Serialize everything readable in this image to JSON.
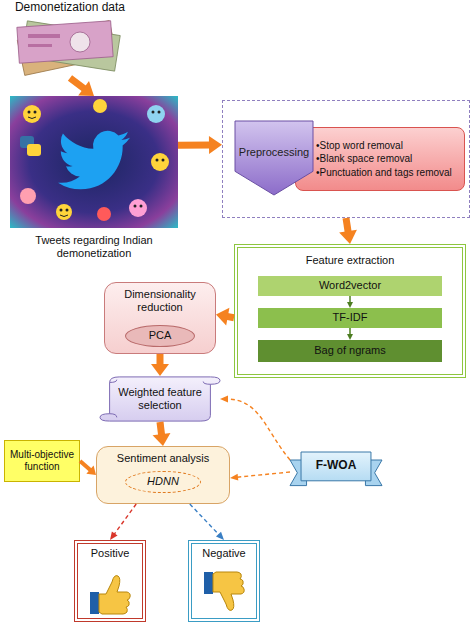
{
  "diagram": {
    "nodes": [
      {
        "text": [
          "Demonetization data"
        ]
      },
      {
        "text": [
          "Tweets regarding Indian demonetization"
        ]
      },
      {
        "text": []
      },
      {
        "text": [
          "Preprocessing"
        ],
        "in": 2
      },
      {
        "text": [
          "•Stop word removal",
          "•Blank space removal",
          "•Punctuation and tags removal"
        ],
        "in": 2
      },
      {
        "text": [
          "Feature extraction"
        ]
      },
      {
        "text": [
          "Word2vector"
        ],
        "in": 5
      },
      {
        "text": [
          "TF-IDF"
        ],
        "in": 5
      },
      {
        "text": [
          "Bag of ngrams"
        ],
        "in": 5
      },
      {
        "text": [
          "Dimensionality reduction"
        ]
      },
      {
        "text": [
          "PCA"
        ],
        "in": 9
      },
      {
        "text": [
          "Weighted feature selection"
        ]
      },
      {
        "text": [
          "F-WOA"
        ]
      },
      {
        "text": [
          "Multi-objective function"
        ]
      },
      {
        "text": [
          "Sentiment analysis"
        ]
      },
      {
        "text": [
          "HDNN"
        ],
        "in": 14
      },
      {
        "text": [
          "Positive"
        ]
      },
      {
        "text": [
          "Negative"
        ]
      }
    ],
    "edges": [
      {
        "from": 0,
        "to": 1,
        "arrow": "to"
      },
      {
        "from": 1,
        "to": 2,
        "arrow": "to"
      },
      {
        "from": 2,
        "to": 5,
        "arrow": "to"
      },
      {
        "from": 6,
        "to": 7,
        "arrow": "to"
      },
      {
        "from": 7,
        "to": 8,
        "arrow": "to"
      },
      {
        "from": 5,
        "to": 9,
        "arrow": "to"
      },
      {
        "from": 9,
        "to": 11,
        "arrow": "to"
      },
      {
        "from": 11,
        "to": 14,
        "arrow": "to"
      },
      {
        "from": 13,
        "to": 14,
        "arrow": "to"
      },
      {
        "from": 12,
        "to": 11,
        "arrow": "to"
      },
      {
        "from": 12,
        "to": 14,
        "arrow": "to"
      },
      {
        "from": 14,
        "to": 16,
        "arrow": "to"
      },
      {
        "from": 14,
        "to": 17,
        "arrow": "to"
      }
    ]
  }
}
